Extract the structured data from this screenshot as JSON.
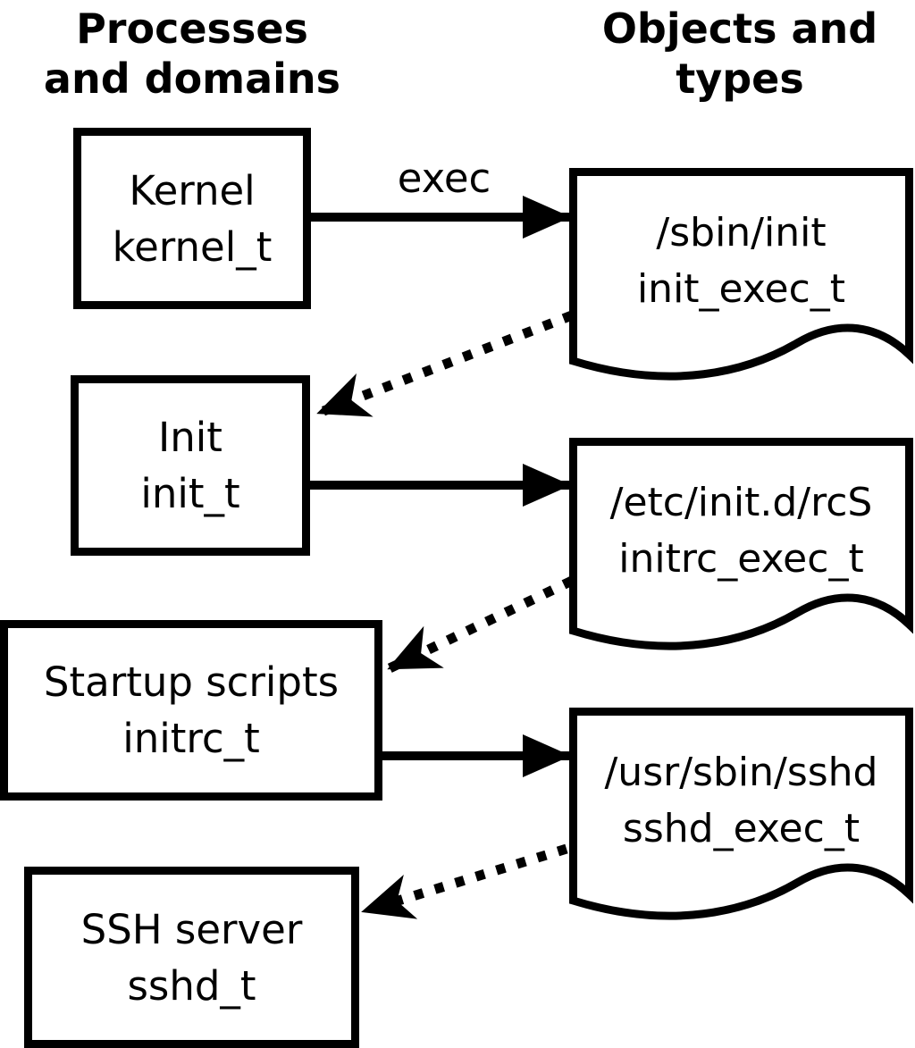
{
  "colors": {
    "ink": "#000000",
    "background": "#ffffff"
  },
  "headers": {
    "processes": {
      "line1": "Processes",
      "line2": "and domains"
    },
    "objects": {
      "line1": "Objects and",
      "line2": "types"
    }
  },
  "processes": [
    {
      "name": "Kernel",
      "type": "kernel_t"
    },
    {
      "name": "Init",
      "type": "init_t"
    },
    {
      "name": "Startup scripts",
      "type": "initrc_t"
    },
    {
      "name": "SSH server",
      "type": "sshd_t"
    }
  ],
  "objects": [
    {
      "path": "/sbin/init",
      "type": "init_exec_t"
    },
    {
      "path": "/etc/init.d/rcS",
      "type": "initrc_exec_t"
    },
    {
      "path": "/usr/sbin/sshd",
      "type": "sshd_exec_t"
    }
  ],
  "edges": {
    "exec_label": "exec",
    "solid_arrows": [
      {
        "from": "kernel_t",
        "to": "init_exec_t"
      },
      {
        "from": "init_t",
        "to": "initrc_exec_t"
      },
      {
        "from": "initrc_t",
        "to": "sshd_exec_t"
      }
    ],
    "dotted_arrows": [
      {
        "from": "init_exec_t",
        "to": "init_t"
      },
      {
        "from": "initrc_exec_t",
        "to": "initrc_t"
      },
      {
        "from": "sshd_exec_t",
        "to": "sshd_t"
      }
    ]
  }
}
